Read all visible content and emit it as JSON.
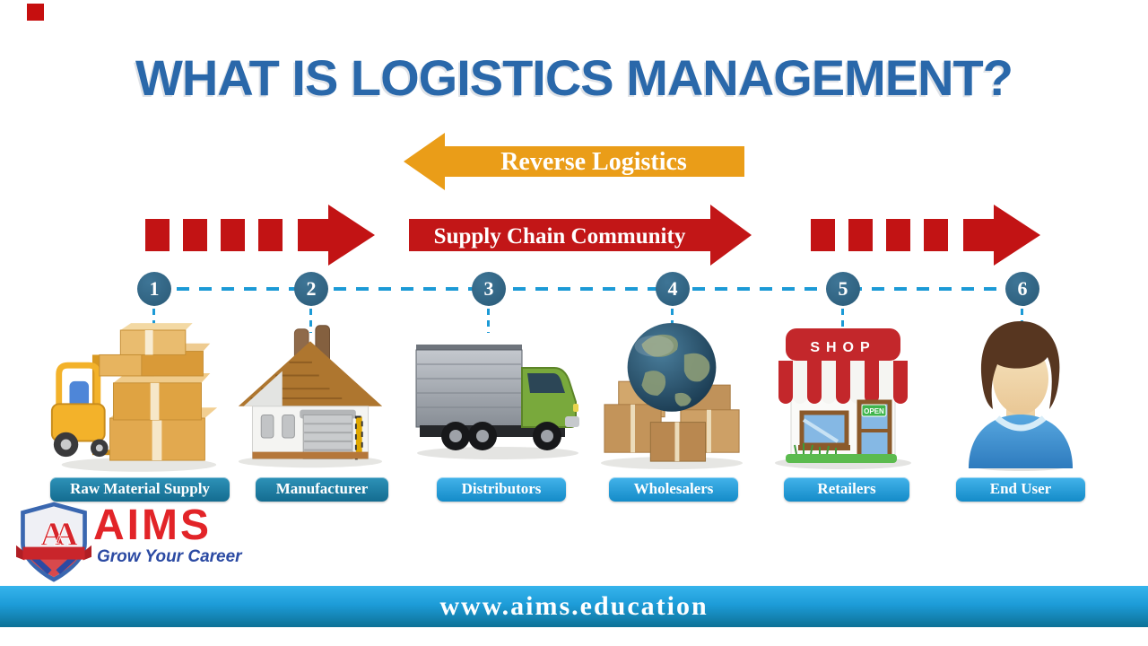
{
  "title": "WHAT IS LOGISTICS MANAGEMENT?",
  "reverse_arrow": {
    "label": "Reverse Logistics",
    "color": "#ea9d18"
  },
  "supply_arrow": {
    "label": "Supply Chain Community",
    "color": "#c21617"
  },
  "steps": [
    {
      "num": "1",
      "label": "Raw Material Supply",
      "icon": "forklift-with-boxes"
    },
    {
      "num": "2",
      "label": "Manufacturer",
      "icon": "factory"
    },
    {
      "num": "3",
      "label": "Distributors",
      "icon": "delivery-truck"
    },
    {
      "num": "4",
      "label": "Wholesalers",
      "icon": "globe-on-boxes"
    },
    {
      "num": "5",
      "label": "Retailers",
      "icon": "shop-storefront"
    },
    {
      "num": "6",
      "label": "End User",
      "icon": "person-avatar"
    }
  ],
  "shop": {
    "sign": "SHOP",
    "open_sign": "OPEN"
  },
  "logo": {
    "monogram": "AA",
    "name": "AIMS",
    "tagline": "Grow Your Career"
  },
  "footer": {
    "url": "www.aims.education"
  },
  "colors": {
    "title": "#2a68aa",
    "reverse_arrow": "#ea9d18",
    "supply_arrow": "#c21617",
    "red_dashes": "#c21314",
    "step_circle": "#2e5f7d",
    "dashed_line": "#1c9ad6",
    "pill_dark": "#1b7ea6",
    "pill_light": "#22a0dc",
    "footer_top": "#36b4ec",
    "footer_bottom": "#0d7196",
    "logo_red": "#e22428",
    "tagline_blue": "#2b4aa3"
  }
}
